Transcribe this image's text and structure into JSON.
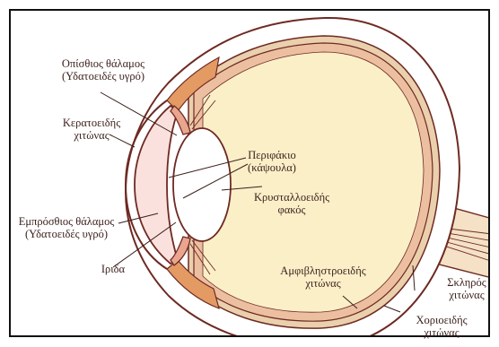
{
  "colors": {
    "frame": "#111111",
    "sclera": "#6e2a22",
    "choroid_fill": "#ead0ad",
    "retina_fill": "#ecbfa1",
    "vitreous": "#fbefc8",
    "anterior": "#fbe1dd",
    "iris_fill": "#e9a58d",
    "ciliary_fill": "#e39a63",
    "lens_fill": "#ffffff",
    "nerve_fill": "#f4e1c6",
    "label_text": "#3a1f1a"
  },
  "labels": {
    "posterior_chamber": {
      "line1": "Οπίσθιος θάλαμος",
      "line2": "(Υδατοειδές υγρό)"
    },
    "cornea": {
      "line1": "Κερατοειδής",
      "line2": "χιτώνας"
    },
    "capsule": {
      "line1": "Περιφάκιο",
      "line2": "(κάψουλα)"
    },
    "lens": {
      "line1": "Κρυσταλλοειδής",
      "line2": "φακός"
    },
    "anterior_chamber": {
      "line1": "Εμπρόσθιος θάλαμος",
      "line2": "(Υδατοειδές υγρό)"
    },
    "iris": {
      "line1": "Ιριδα"
    },
    "retina": {
      "line1": "Αμφιβληστροειδής",
      "line2": "χιτώνας"
    },
    "sclera": {
      "line1": "Σκληρός",
      "line2": "χιτώνας"
    },
    "choroid": {
      "line1": "Χοριοειδής",
      "line2": "χιτώνας"
    }
  }
}
